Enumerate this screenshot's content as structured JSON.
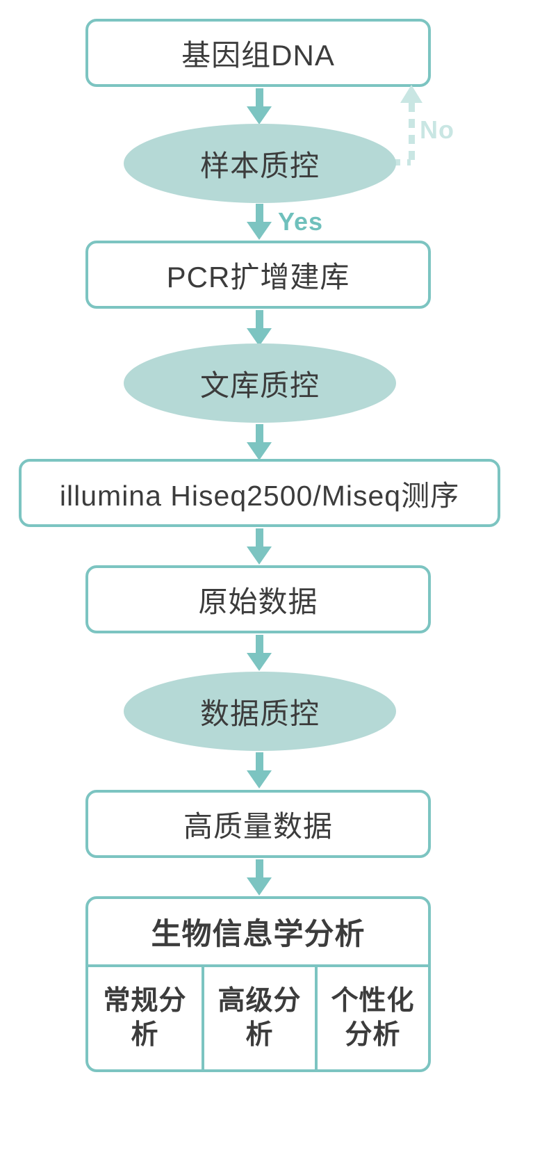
{
  "colors": {
    "teal": "#7cc4c1",
    "ellipse_fill": "#b5d9d6",
    "dashed": "#c9e6e3",
    "text": "#3c3c3c",
    "yes": "#6fc0bc",
    "no": "#c9e6e3",
    "bg": "#ffffff"
  },
  "nodes": {
    "genomic_dna": "基因组DNA",
    "sample_qc": "样本质控",
    "pcr_library": "PCR扩增建库",
    "library_qc": "文库质控",
    "sequencing": "illumina Hiseq2500/Miseq测序",
    "raw_data": "原始数据",
    "data_qc": "数据质控",
    "high_quality_data": "高质量数据",
    "bioinformatics": "生物信息学分析",
    "basic_analysis": "常规分析",
    "advanced_analysis": "高级分析",
    "custom_analysis": "个性化分析"
  },
  "labels": {
    "yes": "Yes",
    "no": "No"
  }
}
